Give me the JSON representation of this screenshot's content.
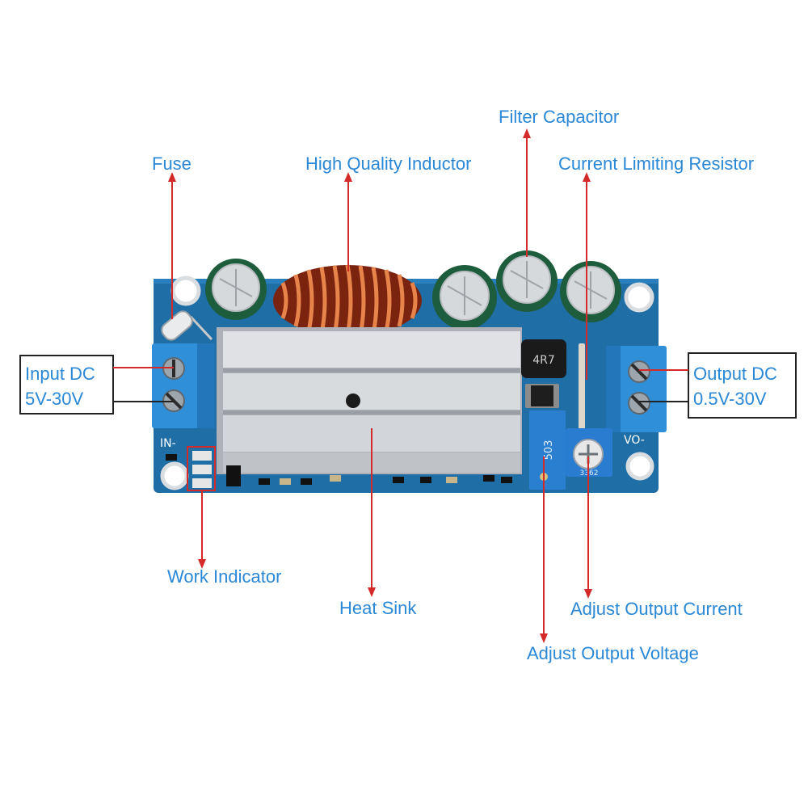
{
  "labels": {
    "filter_capacitor": "Filter Capacitor",
    "fuse": "Fuse",
    "inductor": "High Quality Inductor",
    "current_limiting_resistor": "Current Limiting Resistor",
    "input_dc": "Input DC",
    "input_range": "5V-30V",
    "output_dc": "Output DC",
    "output_range": "0.5V-30V",
    "work_indicator": "Work Indicator",
    "heat_sink": "Heat Sink",
    "adjust_current": "Adjust Output Current",
    "adjust_voltage": "Adjust Output Voltage"
  },
  "silkscreen": {
    "in_minus": "IN-",
    "vo_minus": "VO-",
    "smd_inductor": "4R7",
    "trimmer": "503",
    "pot": "3362"
  },
  "colors": {
    "label_text": "#2a88d6",
    "arrow": "#d42a2a",
    "pcb": "#1f6ea6",
    "terminal": "#2f8fd8",
    "heat_sink": "#d3d6da",
    "inductor_copper": "#e8834a"
  }
}
